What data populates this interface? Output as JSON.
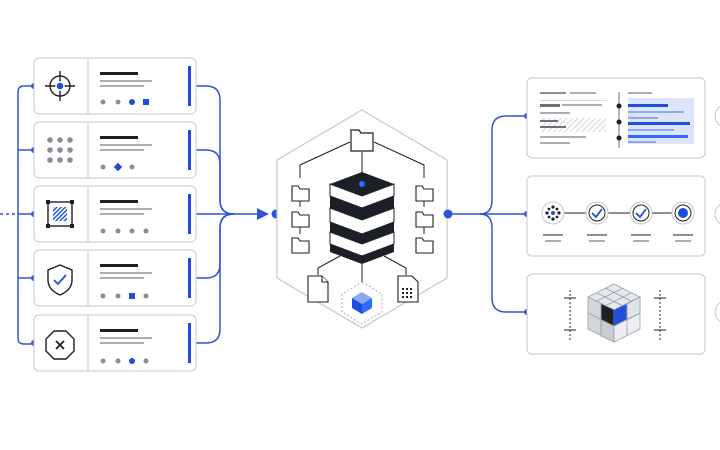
{
  "diagram": {
    "colors": {
      "accent": "#1f4fd8",
      "accent_light": "#8ea8ee",
      "accent_pale": "#dce5fb",
      "line": "#2f55d4",
      "box_stroke": "#c4c7cc",
      "dark": "#1c1f26",
      "gray": "#8a8e96",
      "light_gray": "#d5d7db",
      "bg": "#ffffff"
    },
    "left_cards": [
      {
        "icon": "target-icon",
        "dots": [
          "dot",
          "dot",
          "circle-blue",
          "square-blue"
        ]
      },
      {
        "icon": "dot-grid-icon",
        "dots": [
          "dot",
          "dot",
          "diamond-blue",
          "dot"
        ]
      },
      {
        "icon": "hatched-square-icon",
        "dots": [
          "dot",
          "dot",
          "dot",
          "dot"
        ]
      },
      {
        "icon": "shield-check-icon",
        "dots": [
          "dot",
          "dot",
          "square-blue",
          "dot"
        ]
      },
      {
        "icon": "octagon-x-icon",
        "dots": [
          "dot",
          "dot",
          "circle-blue",
          "dot"
        ]
      }
    ],
    "hub": {
      "top_icon": "folder-icon",
      "left_icons": [
        "folder-icon",
        "folder-icon",
        "folder-icon"
      ],
      "right_icons": [
        "folder-icon",
        "folder-icon",
        "folder-icon"
      ],
      "center_icon": "server-stack-icon",
      "bottom_icons": [
        "document-icon",
        "cube-icon",
        "grid-document-icon"
      ]
    },
    "right_cards": [
      {
        "icon": "table-compare-icon"
      },
      {
        "icon": "progress-steps-icon",
        "steps": [
          "dots-step",
          "check-step",
          "check-step",
          "target-step"
        ]
      },
      {
        "icon": "cube-3d-icon"
      }
    ]
  }
}
